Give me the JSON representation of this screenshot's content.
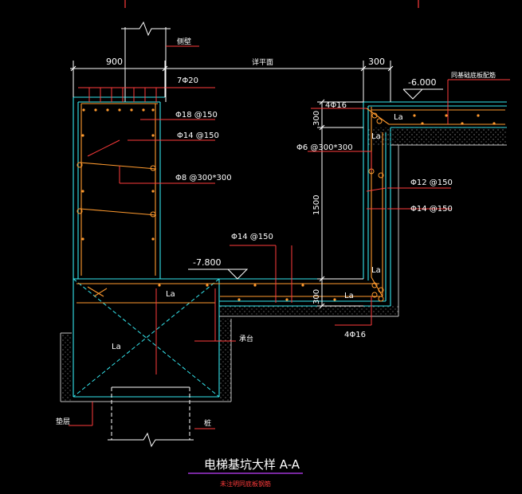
{
  "drawing": {
    "title": "电梯基坑大样 A-A",
    "subtitle": "未注明同底板钢筋"
  },
  "dimensions": {
    "top_left": "900",
    "top_middle": "详平面",
    "top_right": "300",
    "vertical_300_top": "300",
    "vertical_1500": "1500",
    "vertical_300_bottom": "300"
  },
  "elevations": {
    "upper": "-6.000",
    "lower": "-7.800"
  },
  "labels": {
    "top_tag": "侧壁",
    "right_note": "同基础底板配筋",
    "rebar_7phi20": "7Φ20",
    "rebar_phi18_150": "Φ18 @150",
    "rebar_phi14_150_left": "Φ14 @150",
    "rebar_phi8_300": "Φ8 @300*300",
    "rebar_4phi16_top": "4Φ16",
    "rebar_phi6_300": "Φ6 @300*300",
    "rebar_phi12_150": "Φ12 @150",
    "rebar_phi14_150_right": "Φ14 @150",
    "rebar_phi14_150_bottom": "Φ14 @150",
    "rebar_4phi16_bottom": "4Φ16",
    "la_1": "La",
    "la_2": "La",
    "la_3": "La",
    "la_4": "La",
    "la_5": "La",
    "la_6": "La",
    "cushion_label": "承台",
    "bottom_left_tag": "垫层",
    "bottom_mid_tag": "桩"
  }
}
